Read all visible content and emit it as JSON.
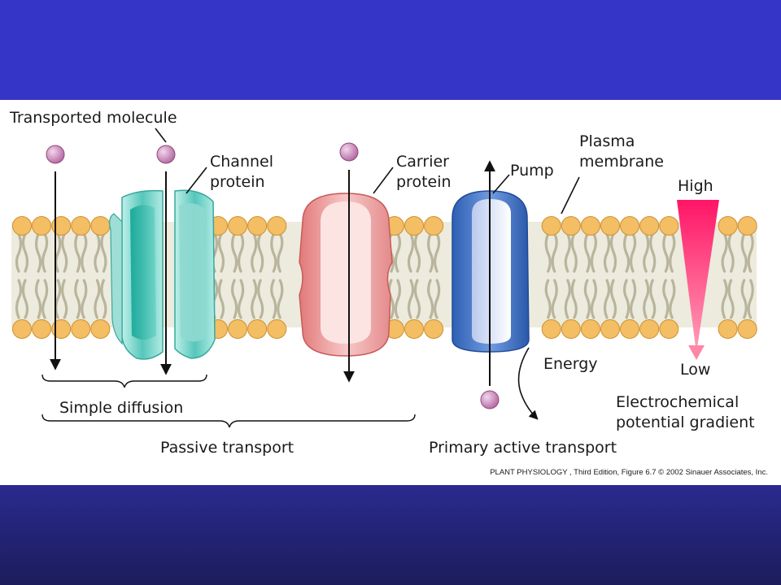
{
  "labels": {
    "transported_molecule": "Transported molecule",
    "channel_protein_1": "Channel",
    "channel_protein_2": "protein",
    "carrier_protein_1": "Carrier",
    "carrier_protein_2": "protein",
    "pump": "Pump",
    "plasma_membrane_1": "Plasma",
    "plasma_membrane_2": "membrane",
    "high": "High",
    "low": "Low",
    "energy": "Energy",
    "simple_diffusion": "Simple diffusion",
    "passive_transport": "Passive transport",
    "primary_active_transport": "Primary active transport",
    "gradient_1": "Electrochemical",
    "gradient_2": "potential gradient"
  },
  "credit": "PLANT PHYSIOLOGY , Third Edition, Figure 6.7  © 2002 Sinauer Associates, Inc.",
  "colors": {
    "slide_band": "#3535c8",
    "channel_protein": "#5cc8bd",
    "carrier_protein": "#f0a0a0",
    "pump": "#4d7cc8",
    "molecule": "#c57bb8",
    "gradient_high": "#ff1f6f",
    "gradient_low": "#ff86a5",
    "lipid_head": "#f3be64"
  }
}
